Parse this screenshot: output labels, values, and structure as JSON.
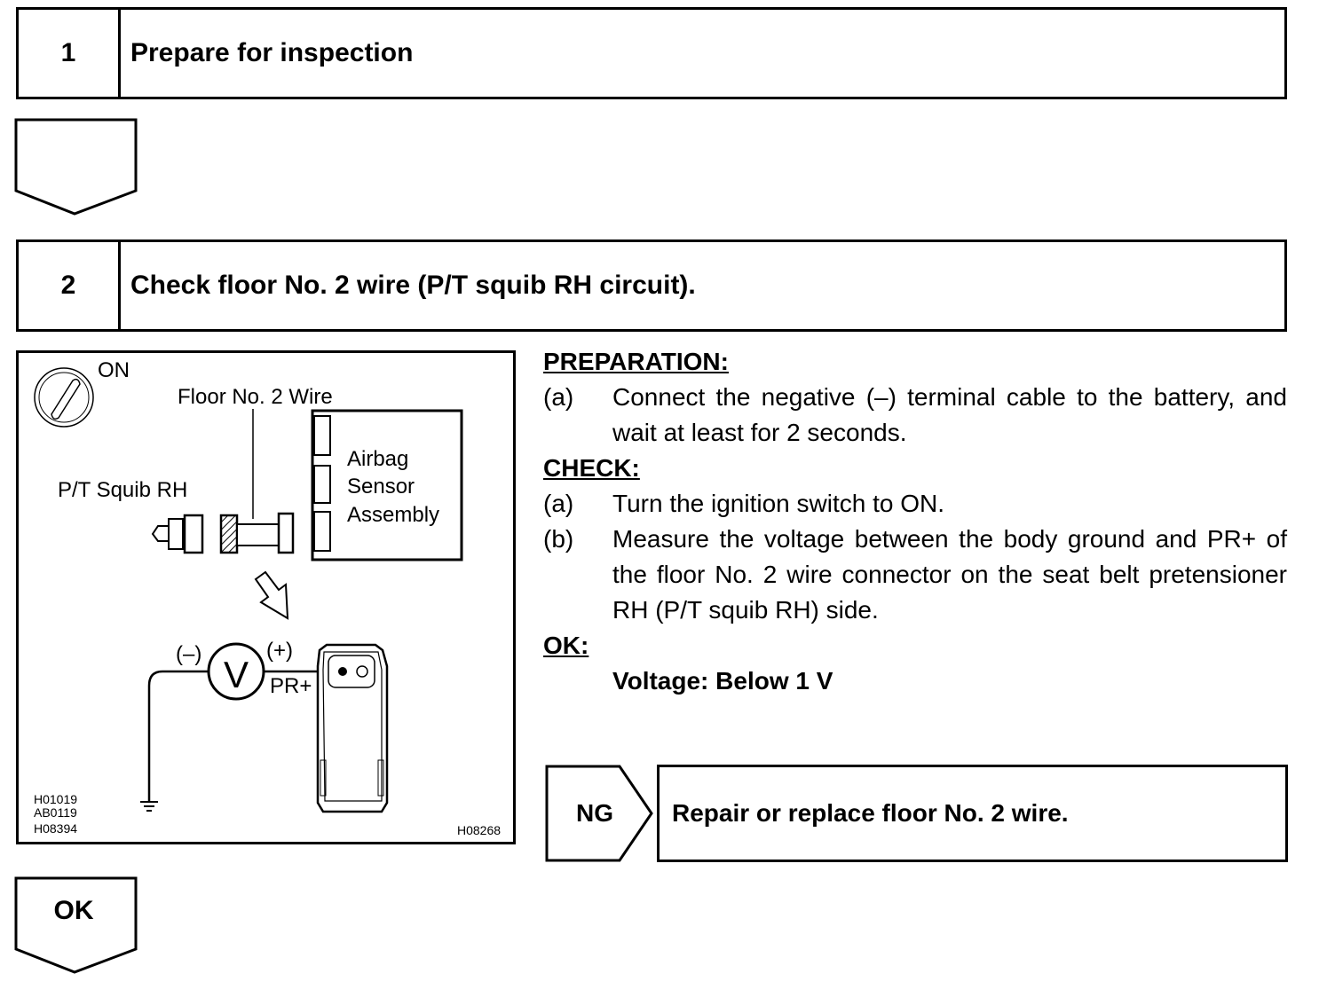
{
  "step1": {
    "number": "1",
    "title": "Prepare for inspection"
  },
  "step2": {
    "number": "2",
    "title": "Check floor No. 2 wire (P/T squib RH circuit)."
  },
  "figure": {
    "ignition_label": "ON",
    "wire_label": "Floor No. 2 Wire",
    "sensor_label_lines": [
      "Airbag",
      "Sensor",
      "Assembly"
    ],
    "squib_label": "P/T Squib RH",
    "meter_symbol": "V",
    "neg_label": "(–)",
    "pos_label": "(+)",
    "terminal_label": "PR+",
    "codes_left": [
      "H01019",
      "AB0119",
      "H08394"
    ],
    "code_right": "H08268"
  },
  "instructions": {
    "preparation_heading": "PREPARATION:",
    "prep_items": [
      {
        "label": "(a)",
        "text": "Connect the negative (–) terminal cable to the battery, and wait at least for 2 seconds."
      }
    ],
    "check_heading": "CHECK:",
    "check_items": [
      {
        "label": "(a)",
        "text": "Turn the ignition switch to ON."
      },
      {
        "label": "(b)",
        "text": "Measure the voltage between the body ground and PR+ of the floor No. 2 wire connector on the seat belt pretensioner RH (P/T squib RH) side."
      }
    ],
    "ok_heading": "OK:",
    "ok_value": "Voltage: Below 1 V"
  },
  "ng_branch": {
    "tag": "NG",
    "action": "Repair or replace floor No. 2 wire."
  },
  "ok_branch": {
    "tag": "OK"
  }
}
